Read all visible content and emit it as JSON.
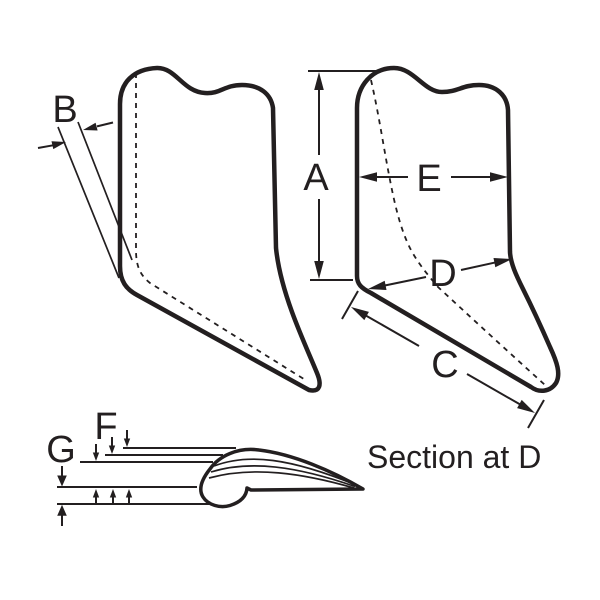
{
  "diagram": {
    "caption": "Section at D",
    "dimension_labels": {
      "a": "A",
      "b": "B",
      "c": "C",
      "d": "D",
      "e": "E",
      "f": "F",
      "g": "G"
    },
    "colors": {
      "ink": "#231f20",
      "background": "#ffffff"
    }
  }
}
